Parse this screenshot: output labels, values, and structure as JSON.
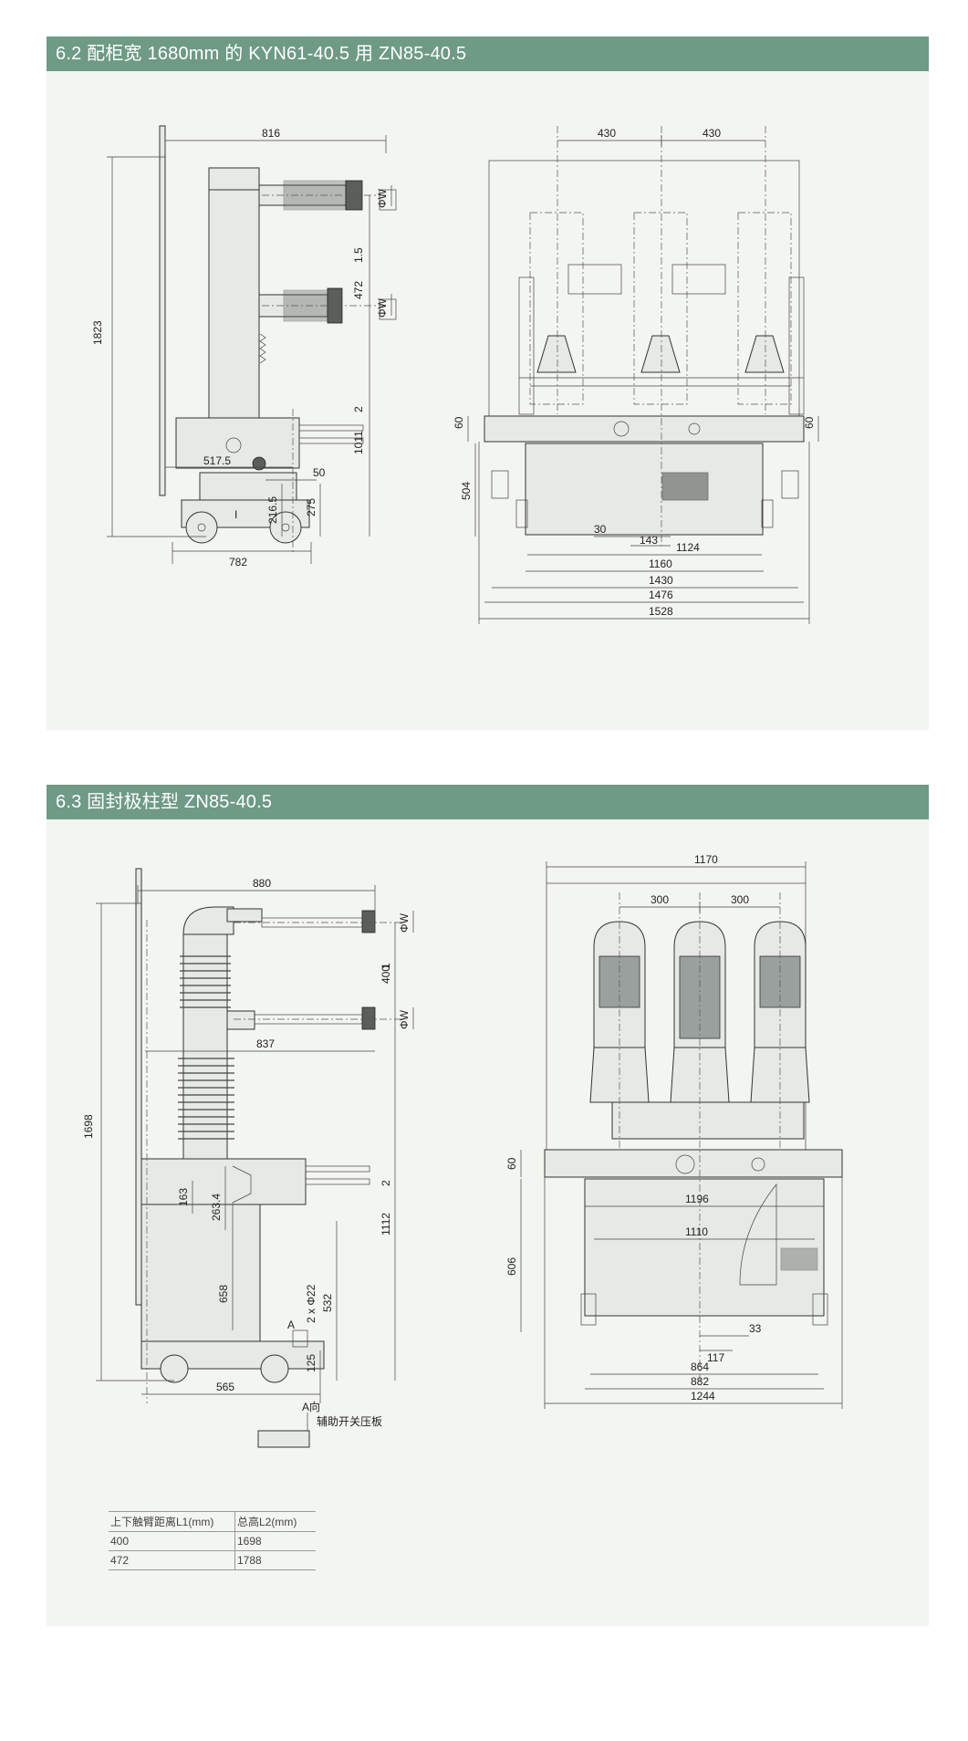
{
  "section_a": {
    "title": "6.2 配柜宽 1680mm 的 KYN61-40.5 用 ZN85-40.5",
    "side_dims": {
      "d816": "816",
      "d1823": "1823",
      "d1_5": "1.5",
      "d472": "472",
      "d2": "2",
      "d1011": "1011",
      "d517_5": "517.5",
      "d50": "50",
      "d216_5": "216.5",
      "d275": "275",
      "d782": "782",
      "phiW_top": "ΦW",
      "phiW_bottom": "ΦW",
      "mark_I": "I"
    },
    "front_dims": {
      "d430a": "430",
      "d430b": "430",
      "d60l": "60",
      "d60r": "60",
      "d504": "504",
      "d30": "30",
      "d143": "143",
      "d1124": "1124",
      "d1160": "1160",
      "d1430": "1430",
      "d1476": "1476",
      "d1528": "1528"
    }
  },
  "section_b": {
    "title": "6.3 固封极柱型 ZN85-40.5",
    "side_dims": {
      "d880": "880",
      "d1698": "1698",
      "d1": "1",
      "d400": "400",
      "d837": "837",
      "d2": "2",
      "d1112": "1112",
      "d163": "163",
      "d263_4": "263.4",
      "d658": "658",
      "d532": "532",
      "d2phi22": "2 x Φ22",
      "d125": "125",
      "d565": "565",
      "markA": "A",
      "a_dir": "A向",
      "aux_plate": "辅助开关压板",
      "phiW_top": "ΦW",
      "phiW_bottom": "ΦW"
    },
    "front_dims": {
      "d1170": "1170",
      "d300a": "300",
      "d300b": "300",
      "d60": "60",
      "d1196": "1196",
      "d1110": "1110",
      "d606": "606",
      "d33": "33",
      "d117": "117",
      "d864": "864",
      "d882": "882",
      "d1244": "1244"
    },
    "table": {
      "headers": [
        "上下触臂距离L1(mm)",
        "总高L2(mm)"
      ],
      "rows": [
        [
          "400",
          "1698"
        ],
        [
          "472",
          "1788"
        ]
      ]
    }
  }
}
